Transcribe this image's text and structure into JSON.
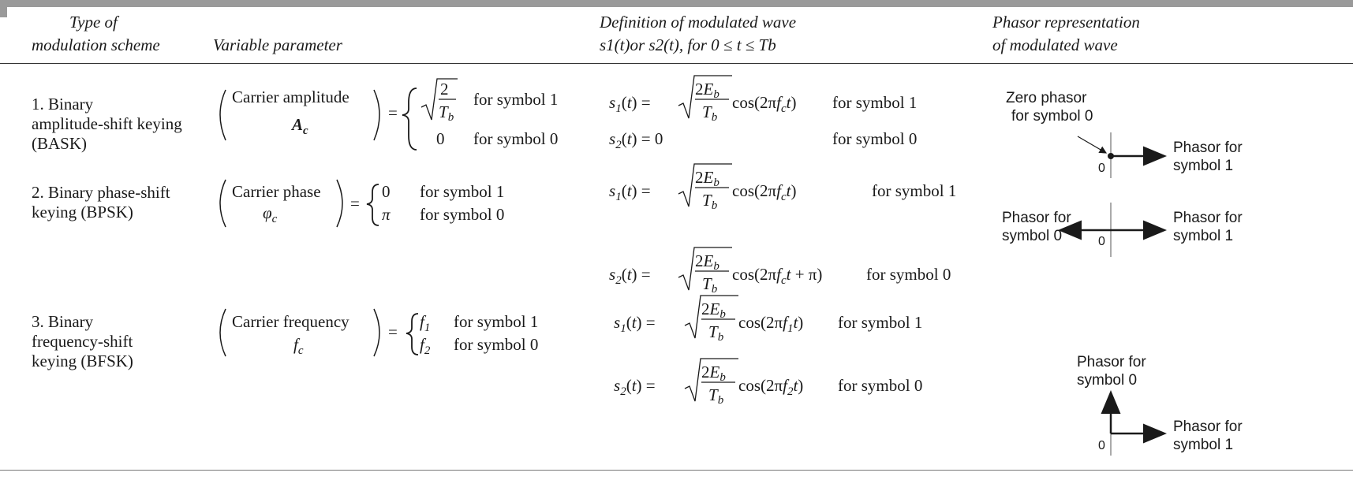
{
  "header": {
    "col1": [
      "Type of",
      "modulation scheme"
    ],
    "col2": "Variable parameter",
    "col3_line1": "Definition of modulated wave",
    "col3_line2": "s1(t)or s2(t), for 0 ≤ t ≤ Tb",
    "col4": [
      "Phasor representation",
      "of modulated wave"
    ]
  },
  "rows": [
    {
      "scheme": [
        "1. Binary",
        "amplitude-shift keying",
        "(BASK)"
      ],
      "param_name": "Carrier amplitude",
      "param_symbol": "Ac",
      "cases": [
        {
          "value": "√(2/Tb)",
          "label": "for symbol 1"
        },
        {
          "value": "0",
          "label": "for symbol 0"
        }
      ],
      "definitions": [
        {
          "expr": "s1(t) = √(2Eb/Tb) cos(2πfct)",
          "label": "for symbol 1"
        },
        {
          "expr": "s2(t) = 0",
          "label": "for symbol 0"
        }
      ],
      "phasor": {
        "zero_label": [
          "Zero phasor",
          "for symbol 0"
        ],
        "origin": "0",
        "phasor1": [
          "Phasor for",
          "symbol 1"
        ]
      }
    },
    {
      "scheme": [
        "2. Binary phase-shift",
        "keying (BPSK)"
      ],
      "param_name": "Carrier phase",
      "param_symbol": "φc",
      "cases": [
        {
          "value": "0",
          "label": "for symbol 1"
        },
        {
          "value": "π",
          "label": "for symbol 0"
        }
      ],
      "definitions": [
        {
          "expr": "s1(t) = √(2Eb/Tb) cos(2πfct)",
          "label": "for symbol 1"
        },
        {
          "expr": "s2(t) = √(2Eb/Tb) cos(2πfct + π)",
          "label": "for symbol 0"
        }
      ],
      "phasor": {
        "phasor0": [
          "Phasor for",
          "symbol 0"
        ],
        "origin": "0",
        "phasor1": [
          "Phasor for",
          "symbol 1"
        ]
      }
    },
    {
      "scheme": [
        "3. Binary",
        "frequency-shift",
        "keying (BFSK)"
      ],
      "param_name": "Carrier frequency",
      "param_symbol": "fc",
      "cases": [
        {
          "value": "f1",
          "label": "for symbol 1"
        },
        {
          "value": "f2",
          "label": "for symbol 0"
        }
      ],
      "definitions": [
        {
          "expr": "s1(t) = √(2Eb/Tb) cos(2πf1t)",
          "label": "for symbol 1"
        },
        {
          "expr": "s2(t) = √(2Eb/Tb) cos(2πf2t)",
          "label": "for symbol 0"
        }
      ],
      "phasor": {
        "phasor0": [
          "Phasor for",
          "symbol 0"
        ],
        "origin": "0",
        "phasor1": [
          "Phasor for",
          "symbol 1"
        ]
      }
    }
  ]
}
